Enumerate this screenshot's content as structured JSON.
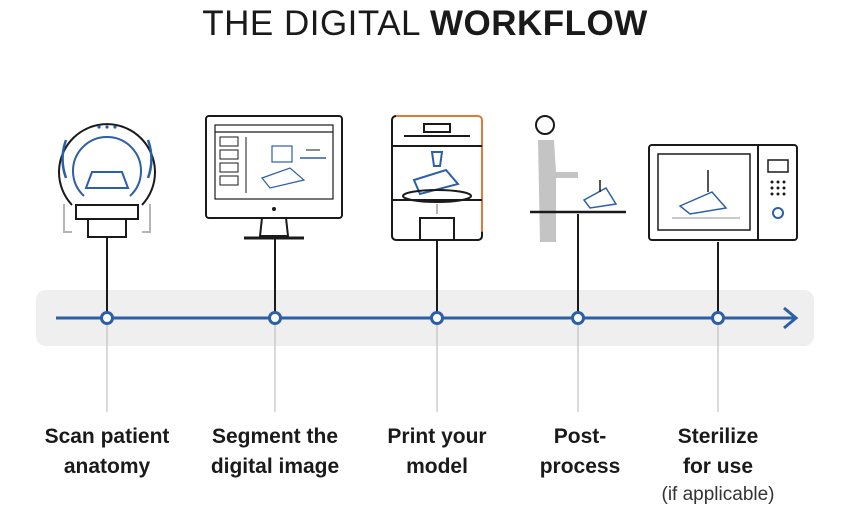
{
  "title": {
    "light": "THE DIGITAL",
    "bold": "WORKFLOW"
  },
  "steps": [
    {
      "line1": "Scan patient",
      "line2": "anatomy"
    },
    {
      "line1": "Segment the",
      "line2": "digital image"
    },
    {
      "line1": "Print your",
      "line2": "model"
    },
    {
      "line1": "Post-",
      "line2": "process"
    },
    {
      "line1": "Sterilize",
      "line2": "for use",
      "note": "(if applicable)"
    }
  ],
  "colors": {
    "accent": "#2b5fa6",
    "orange": "#e07a35",
    "icon": "#1a1a1a",
    "band": "#efefef",
    "gray": "#b5b5b5"
  },
  "icons": [
    "ct-scanner-icon",
    "computer-monitor-icon",
    "3d-printer-icon",
    "workbench-person-icon",
    "autoclave-icon"
  ]
}
